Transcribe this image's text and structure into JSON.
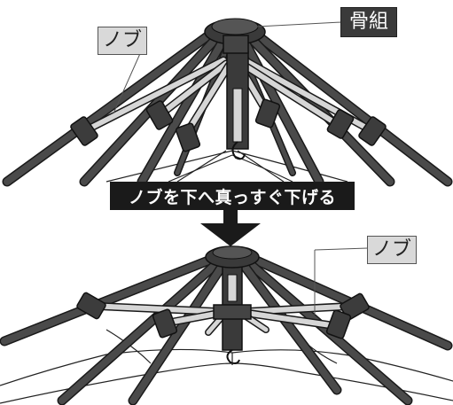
{
  "labels": {
    "knob_top": "ノブ",
    "frame": "骨組",
    "knob_bottom": "ノブ"
  },
  "instruction": "ノブを下へ真っすぐ下げる",
  "colors": {
    "pole": "#4a4a4a",
    "pole_outline": "#1a1a1a",
    "sleeve": "#d6d6d6",
    "canvas_line": "#222222",
    "label_bg": "#d9d9d9",
    "frame_label_bg": "#3a3a3a",
    "banner_bg": "#1a1a1a",
    "arrow": "#1a1a1a"
  }
}
